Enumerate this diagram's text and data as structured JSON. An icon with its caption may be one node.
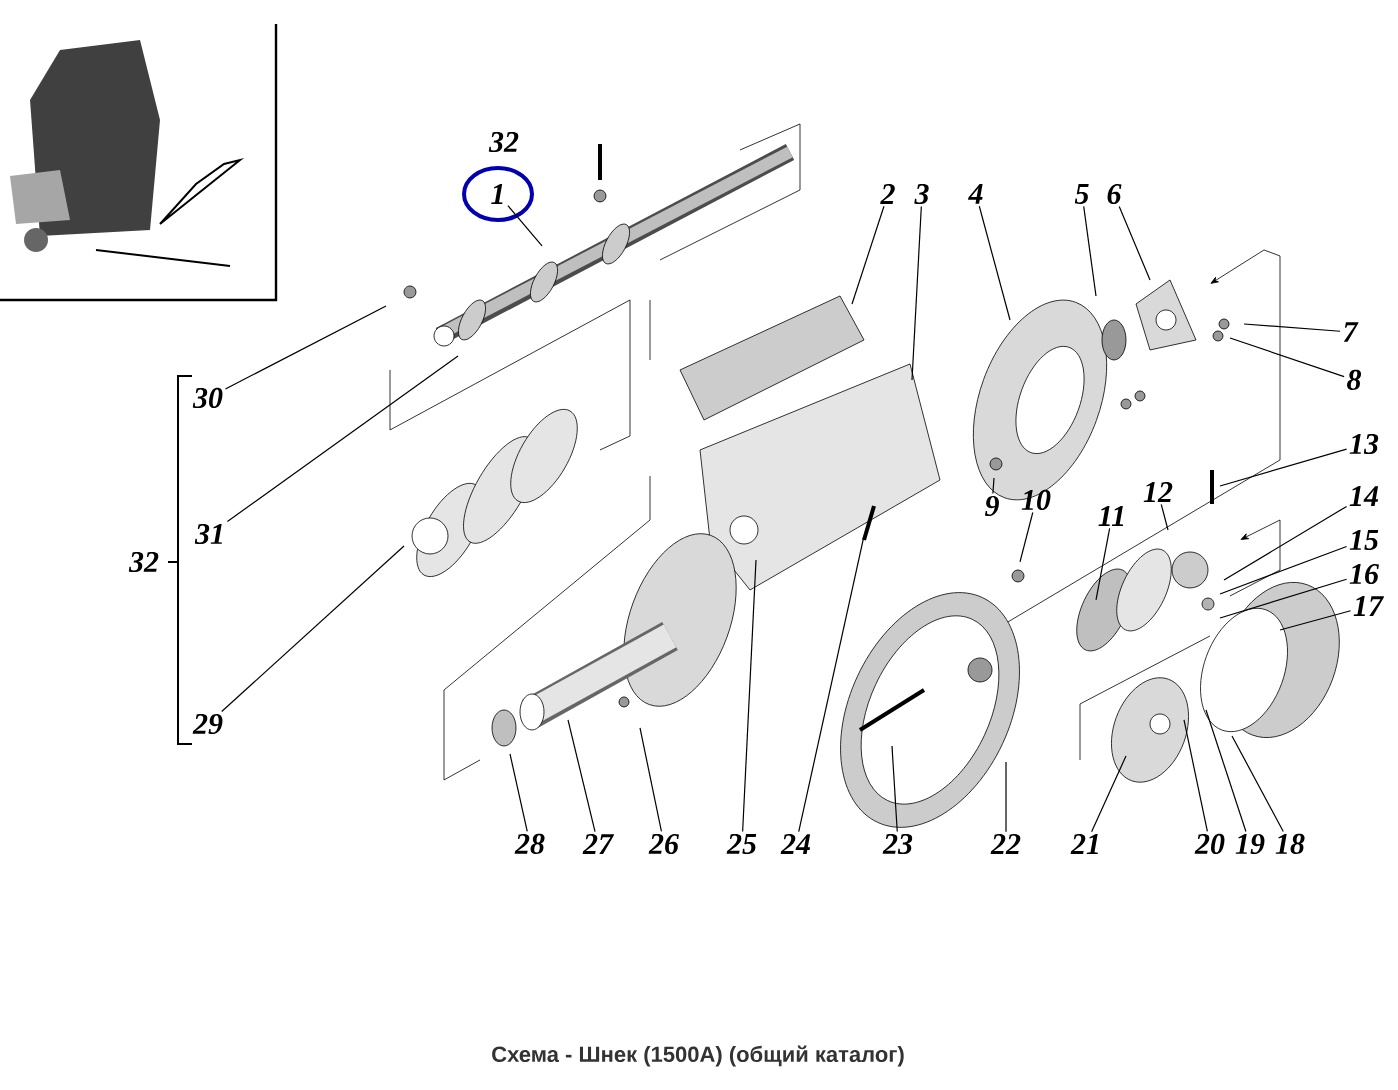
{
  "diagram": {
    "caption": "Схема - Шнек (1500А) (общий каталог)",
    "nodes": [
      {
        "text": [
          "1"
        ]
      },
      {
        "text": [
          "2"
        ]
      },
      {
        "text": [
          "3"
        ]
      },
      {
        "text": [
          "4"
        ]
      },
      {
        "text": [
          "5"
        ]
      },
      {
        "text": [
          "6"
        ]
      },
      {
        "text": [
          "7"
        ]
      },
      {
        "text": [
          "8"
        ]
      },
      {
        "text": [
          "9"
        ]
      },
      {
        "text": [
          "10"
        ]
      },
      {
        "text": [
          "11"
        ]
      },
      {
        "text": [
          "12"
        ]
      },
      {
        "text": [
          "13"
        ]
      },
      {
        "text": [
          "14"
        ]
      },
      {
        "text": [
          "15"
        ]
      },
      {
        "text": [
          "16"
        ]
      },
      {
        "text": [
          "17"
        ]
      },
      {
        "text": [
          "18"
        ]
      },
      {
        "text": [
          "19"
        ]
      },
      {
        "text": [
          "20"
        ]
      },
      {
        "text": [
          "21"
        ]
      },
      {
        "text": [
          "22"
        ]
      },
      {
        "text": [
          "23"
        ]
      },
      {
        "text": [
          "24"
        ]
      },
      {
        "text": [
          "25"
        ]
      },
      {
        "text": [
          "26"
        ]
      },
      {
        "text": [
          "27"
        ]
      },
      {
        "text": [
          "28"
        ]
      },
      {
        "text": [
          "29"
        ]
      },
      {
        "text": [
          "30"
        ]
      },
      {
        "text": [
          "31"
        ]
      }
    ],
    "edges": [
      {
        "from": 0,
        "to": null,
        "arrow": "none"
      },
      {
        "from": 1,
        "to": null,
        "arrow": "none"
      },
      {
        "from": 2,
        "to": null,
        "arrow": "none"
      },
      {
        "from": 3,
        "to": null,
        "arrow": "none"
      },
      {
        "from": 4,
        "to": null,
        "arrow": "none"
      },
      {
        "from": 5,
        "to": null,
        "arrow": "none"
      },
      {
        "from": 6,
        "to": null,
        "arrow": "none"
      },
      {
        "from": 7,
        "to": null,
        "arrow": "none"
      },
      {
        "from": 8,
        "to": null,
        "arrow": "none"
      },
      {
        "from": 9,
        "to": null,
        "arrow": "none"
      },
      {
        "from": 10,
        "to": null,
        "arrow": "none"
      },
      {
        "from": 11,
        "to": null,
        "arrow": "none"
      },
      {
        "from": 12,
        "to": null,
        "arrow": "none"
      },
      {
        "from": 13,
        "to": null,
        "arrow": "none"
      },
      {
        "from": 14,
        "to": null,
        "arrow": "none"
      },
      {
        "from": 15,
        "to": null,
        "arrow": "none"
      },
      {
        "from": 16,
        "to": null,
        "arrow": "none"
      },
      {
        "from": 17,
        "to": null,
        "arrow": "none"
      },
      {
        "from": 18,
        "to": null,
        "arrow": "none"
      },
      {
        "from": 19,
        "to": null,
        "arrow": "none"
      },
      {
        "from": 20,
        "to": null,
        "arrow": "none"
      },
      {
        "from": 21,
        "to": null,
        "arrow": "none"
      },
      {
        "from": 22,
        "to": null,
        "arrow": "none"
      },
      {
        "from": 23,
        "to": null,
        "arrow": "none"
      },
      {
        "from": 24,
        "to": null,
        "arrow": "none"
      },
      {
        "from": 25,
        "to": null,
        "arrow": "none"
      },
      {
        "from": 26,
        "to": null,
        "arrow": "none"
      },
      {
        "from": 27,
        "to": null,
        "arrow": "none"
      },
      {
        "from": 28,
        "to": null,
        "arrow": "none"
      },
      {
        "from": 29,
        "to": null,
        "arrow": "none"
      },
      {
        "from": 30,
        "to": null,
        "arrow": "none"
      }
    ],
    "labels": [
      "32",
      "32"
    ]
  }
}
